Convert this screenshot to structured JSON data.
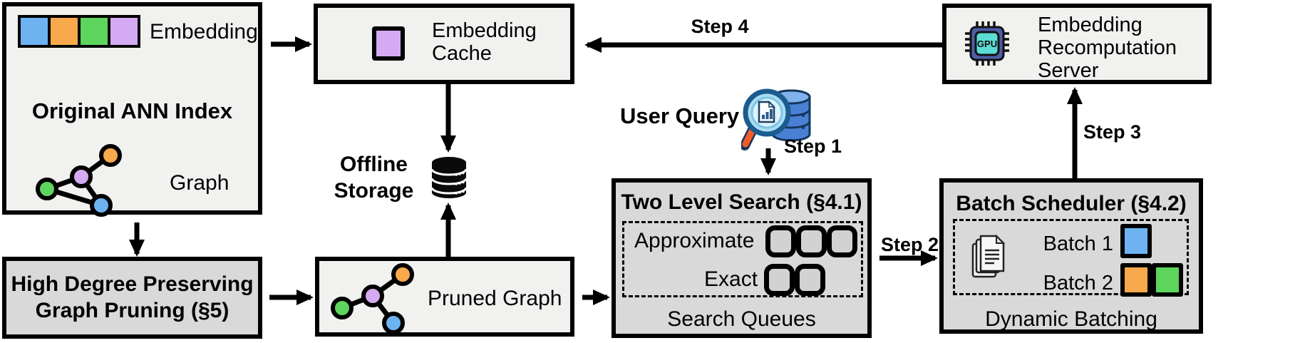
{
  "ann_index": {
    "title": "Original ANN Index",
    "embedding_label": "Embedding",
    "graph_label": "Graph"
  },
  "graph_pruning": {
    "line1": "High Degree Preserving",
    "line2": "Graph Pruning (§5)"
  },
  "embedding_cache": {
    "line1": "Embedding",
    "line2": "Cache"
  },
  "offline_storage": {
    "line1": "Offline",
    "line2": "Storage"
  },
  "pruned_graph": {
    "label": "Pruned Graph"
  },
  "user_query": {
    "label": "User Query"
  },
  "two_level_search": {
    "title": "Two Level Search (§4.1)",
    "approximate_label": "Approximate",
    "exact_label": "Exact",
    "approximate_queues": 3,
    "exact_queues": 2,
    "caption": "Search Queues"
  },
  "batch_scheduler": {
    "title": "Batch Scheduler (§4.2)",
    "batch1_label": "Batch 1",
    "batch2_label": "Batch 2",
    "caption": "Dynamic Batching"
  },
  "recompute_server": {
    "line1": "Embedding",
    "line2": "Recomputation",
    "line3": "Server",
    "chip_label": "GPU"
  },
  "steps": {
    "step1": "Step 1",
    "step2": "Step 2",
    "step3": "Step 3",
    "step4": "Step 4"
  },
  "colors": {
    "blue": "#6db3f2",
    "orange": "#f7a94c",
    "green": "#5dd55d",
    "purple": "#d4aaf2",
    "box_light": "#f1f1f0",
    "box_shaded": "#d9d9d9",
    "queue_fill": "#d2d2d2",
    "chip_body": "#4d5ea8",
    "chip_screen": "#5cdcd4",
    "query_db_blue": "#4a80d4",
    "query_db_light": "#82b2ee",
    "lens_rim": "#1b5c8f",
    "lens_fill": "#aadcf2",
    "handle_orange": "#f15b2a"
  }
}
